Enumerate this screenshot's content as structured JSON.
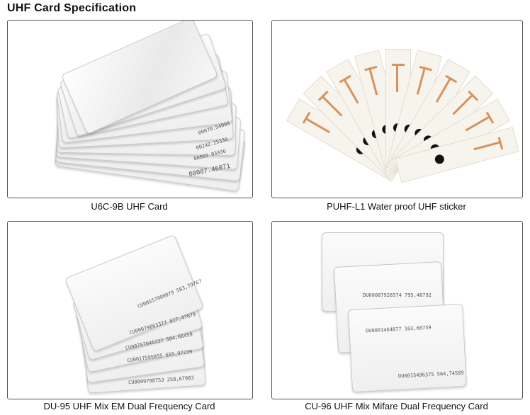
{
  "header": {
    "title": "UHF Card Specification"
  },
  "products": [
    {
      "caption": "U6C-9B UHF Card"
    },
    {
      "caption": "PUHF-L1 Water proof UHF sticker"
    },
    {
      "caption": "DU-95 UHF Mix EM Dual Frequency Card"
    },
    {
      "caption": "CU-96 UHF Mix Mifare Dual Frequency Card"
    }
  ],
  "card_numbers": {
    "u6c": [
      "00007.46071",
      "00003 03936",
      "00242.25330",
      "00070.54009"
    ],
    "du95": [
      "CU00557900079 583,79767",
      "CU00079863377 827,47679",
      "CU00757046337 584,66459",
      "CU0017595855 655,97239",
      "CU0009798753 258,67983"
    ],
    "cu96": [
      "DU00087926574 795,46792",
      "DU0001464877 103,68759",
      "DU0015496375 564,74589"
    ]
  }
}
